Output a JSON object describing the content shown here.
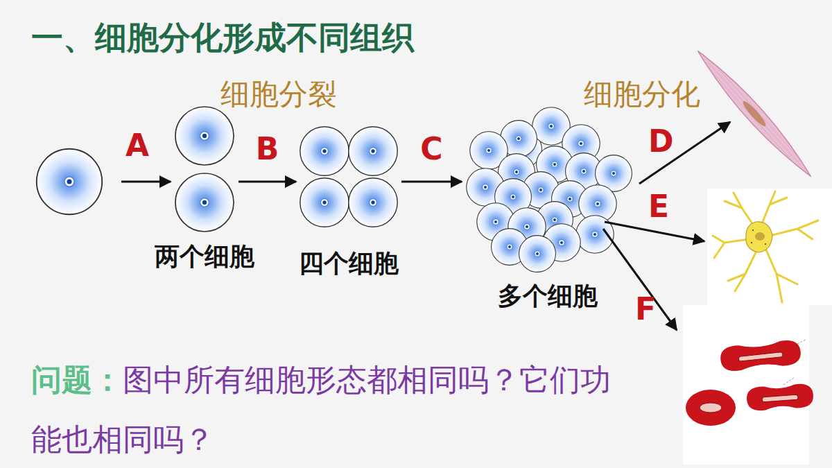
{
  "diagram": {
    "title": "一、细胞分化形成不同组织",
    "nodes": [
      {
        "text": [
          "两个细胞"
        ]
      },
      {
        "text": [
          "四个细胞"
        ]
      },
      {
        "text": [
          "多个细胞"
        ]
      }
    ],
    "edges": [
      {
        "from": 0,
        "to": 1,
        "arrow": "to",
        "label": "B"
      },
      {
        "from": 1,
        "to": 2,
        "arrow": "to",
        "label": "C"
      }
    ],
    "labels": [
      "细胞分裂",
      "细胞分化",
      "A",
      "D",
      "E",
      "F",
      "问题：",
      "图中所有细胞形态都相同吗？它们功能也相同吗？"
    ]
  }
}
